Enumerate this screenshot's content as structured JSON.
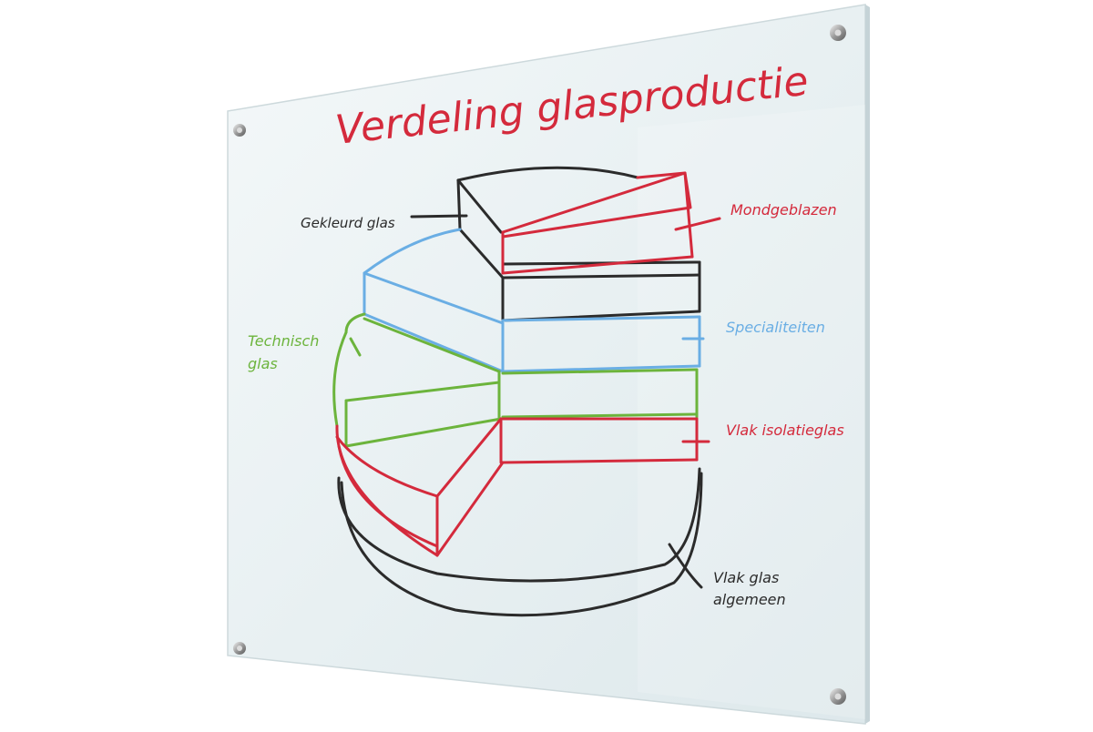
{
  "board": {
    "title": "Verdeling glasproductie",
    "colors": {
      "red": "#d42a3c",
      "black": "#2b2b2b",
      "blue": "#6aaee4",
      "green": "#6cb43c",
      "glass": "#e9f1f3"
    }
  },
  "labels": {
    "gekleurd": "Gekleurd glas",
    "mondgeblazen": "Mondgeblazen",
    "technisch_1": "Technisch",
    "technisch_2": "glas",
    "specialiteiten": "Specialiteiten",
    "vlak_isolatie": "Vlak isolatieglas",
    "vlak_glas_1": "Vlak glas",
    "vlak_glas_2": "algemeen"
  }
}
